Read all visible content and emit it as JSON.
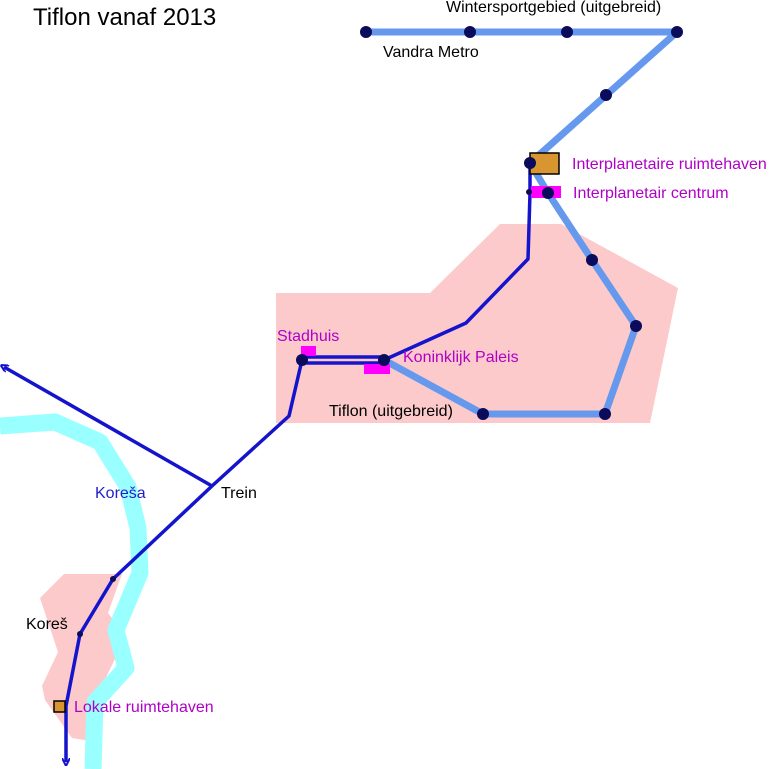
{
  "title": "Tiflon vanaf 2013",
  "colors": {
    "metro_line": "#6699ee",
    "train_line": "#1414cc",
    "urban_area": "#fccaca",
    "river": "#99ffff",
    "station": "#0b0b5c",
    "spaceport": "#d9952f",
    "landmark": "#ff00ff",
    "landmark_text": "#b000c8",
    "river_text": "#1e1ecc"
  },
  "lines": {
    "metro": "Vandra Metro",
    "train": "Trein"
  },
  "areas": {
    "metro_extension_top": "Wintersportgebied (uitgebreid)",
    "city_extension": "Tiflon (uitgebreid)",
    "town": "Koreš"
  },
  "river": "Koreša",
  "landmarks": {
    "interplanetary_spaceport": "Interplanetaire ruimtehaven",
    "interplanetary_center": "Interplanetair centrum",
    "city_hall": "Stadhuis",
    "royal_palace": "Koninklijk Paleis",
    "local_spaceport": "Lokale ruimtehaven"
  }
}
